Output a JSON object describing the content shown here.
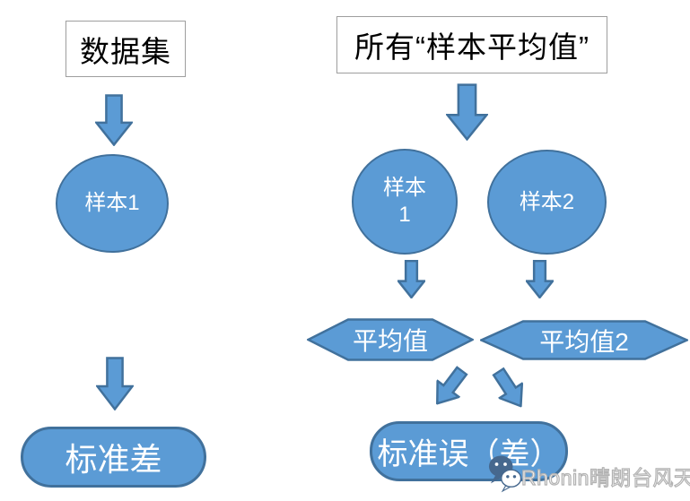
{
  "diagram": {
    "left_flow": {
      "title": "数据集",
      "sample": "样本1",
      "result": "标准差"
    },
    "right_flow": {
      "title": "所有“样本平均值”",
      "sample1_line1": "样本",
      "sample1_line2": "1",
      "sample2": "样本2",
      "mean1": "平均值",
      "mean2": "平均值2",
      "result": "标准误（差）"
    },
    "colors": {
      "shape_fill": "#5B9BD5",
      "shape_border": "#41719C",
      "title_box_border": "#9E9E9E",
      "watermark_icon": "#46688E"
    },
    "watermark": {
      "icon": "wechat-bubbles-icon",
      "text": "Rhonin晴朗台风天"
    }
  }
}
